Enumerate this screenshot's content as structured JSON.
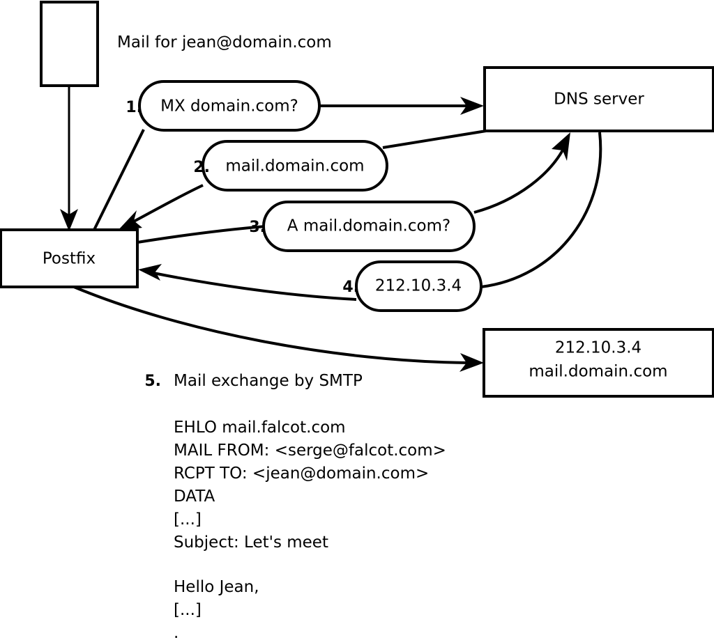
{
  "diagram": {
    "title_caption": "Mail for jean@domain.com",
    "nodes": [
      {
        "id": "client",
        "label": "",
        "kind": "box"
      },
      {
        "id": "postfix",
        "label": "Postfix",
        "kind": "box"
      },
      {
        "id": "dns",
        "label": "DNS server",
        "kind": "box"
      },
      {
        "id": "mailserver",
        "label_line1": "212.10.3.4",
        "label_line2": "mail.domain.com",
        "kind": "box"
      }
    ],
    "steps": [
      {
        "num": "1.",
        "label": "MX domain.com?"
      },
      {
        "num": "2.",
        "label": "mail.domain.com"
      },
      {
        "num": "3.",
        "label": "A mail.domain.com?"
      },
      {
        "num": "4.",
        "label": "212.10.3.4"
      }
    ],
    "smtp": {
      "num": "5.",
      "label": "Mail exchange by SMTP",
      "transcript": [
        "EHLO mail.falcot.com",
        "MAIL FROM: <serge@falcot.com>",
        "RCPT TO: <jean@domain.com>",
        "DATA",
        "[...]",
        "Subject: Let's meet",
        "",
        "Hello Jean,",
        "[...]",
        "."
      ]
    },
    "colors": {
      "stroke": "#000000",
      "fill": "#ffffff",
      "background": "#ffffff"
    }
  }
}
